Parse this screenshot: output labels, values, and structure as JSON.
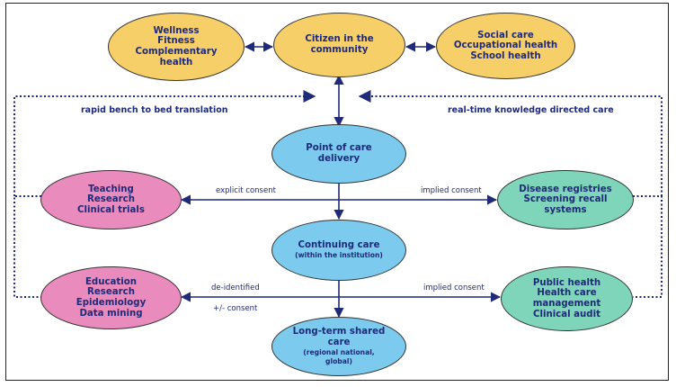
{
  "colors": {
    "yellow": "#f7cf68",
    "blue": "#7ccaee",
    "pink": "#e98bbd",
    "teal": "#7fd5b9",
    "text": "#1f2a78",
    "line": "#1f2a78"
  },
  "nodes": {
    "wellness": "Wellness\nFitness\nComplementary\nhealth",
    "citizen": "Citizen in the\ncommunity",
    "social_care": "Social care\nOccupational health\nSchool health",
    "point_of_care": "Point of care\ndelivery",
    "teaching": "Teaching\nResearch\nClinical trials",
    "registries": "Disease registries\nScreening recall\nsystems",
    "continuing_care_title": "Continuing care",
    "continuing_care_sub": "(within the institution)",
    "education": "Education\nResearch\nEpidemiology\nData mining",
    "public_health": "Public health\nHealth care\nmanagement\nClinical audit",
    "long_term_title": "Long-term shared\ncare",
    "long_term_sub": "(regional national,\nglobal)"
  },
  "labels": {
    "rapid": "rapid bench to bed translation",
    "realtime": "real-time knowledge directed care",
    "explicit_consent": "explicit consent",
    "implied_consent_1": "implied consent",
    "deidentified": "de-identified",
    "consent_pm": "+/- consent",
    "implied_consent_2": "implied consent"
  }
}
